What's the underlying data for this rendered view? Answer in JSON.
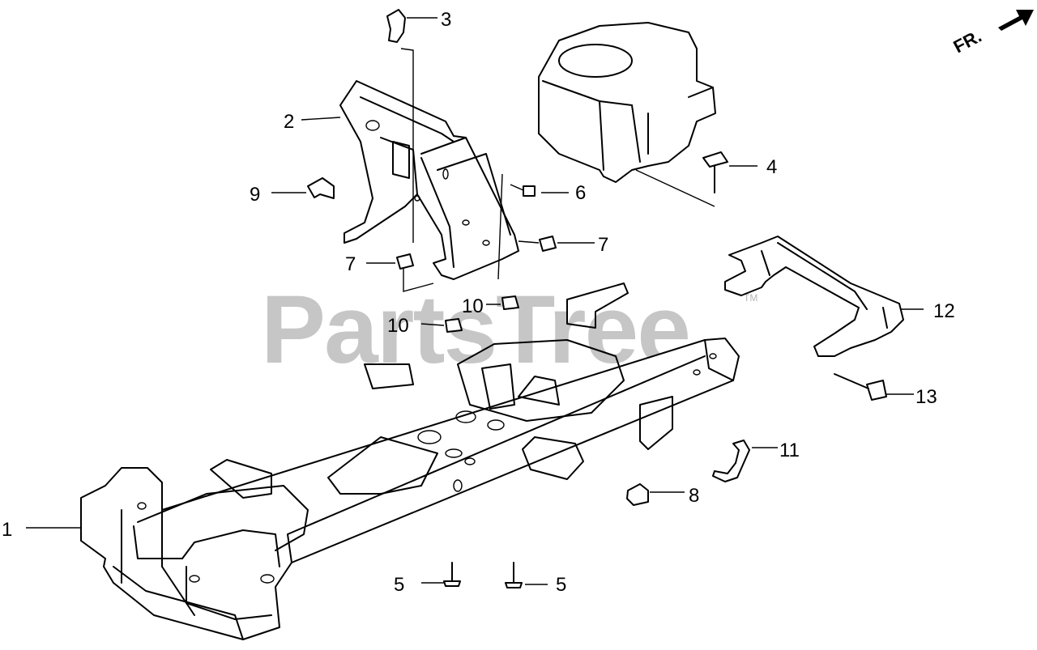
{
  "watermark": {
    "text": "PartsTree",
    "tm": "TM"
  },
  "direction": {
    "label": "FR."
  },
  "callouts": {
    "c1": "1",
    "c2": "2",
    "c3": "3",
    "c4": "4",
    "c5a": "5",
    "c5b": "5",
    "c6": "6",
    "c7a": "7",
    "c7b": "7",
    "c8": "8",
    "c9": "9",
    "c10a": "10",
    "c10b": "10",
    "c11": "11",
    "c12": "12",
    "c13": "13"
  },
  "colors": {
    "line": "#000000",
    "background": "#ffffff"
  }
}
